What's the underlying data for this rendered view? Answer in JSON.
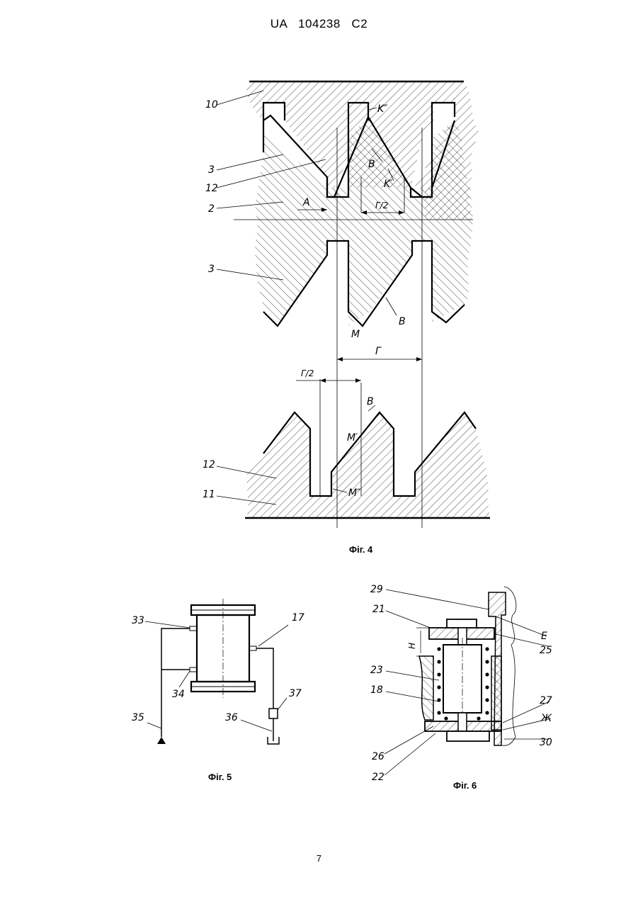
{
  "header": {
    "patent": "UA   104238   C2"
  },
  "page_number": "7",
  "figures": {
    "fig4": {
      "caption": "Фіг. 4",
      "labels": {
        "l10": "10",
        "l3a": "3",
        "l12a": "12",
        "l2": "2",
        "l3b": "3",
        "l12b": "12",
        "l11": "11",
        "K2": "K″",
        "K1": "K′",
        "Ba": "B",
        "Bb": "B",
        "Bc": "B",
        "A": "A",
        "G2a": "Г/2",
        "G": "Г",
        "G2b": "Г/2",
        "M": "M",
        "M1": "M′",
        "M2": "M″"
      }
    },
    "fig5": {
      "caption": "Фіг. 5",
      "labels": {
        "l33": "33",
        "l34": "34",
        "l35": "35",
        "l17": "17",
        "l37": "37",
        "l36": "36"
      }
    },
    "fig6": {
      "caption": "Фіг. 6",
      "labels": {
        "l29": "29",
        "l21": "21",
        "H": "H",
        "l23": "23",
        "l18": "18",
        "l26": "26",
        "l22": "22",
        "E": "E",
        "l25": "25",
        "l27": "27",
        "Zh": "Ж",
        "l30": "30"
      }
    }
  }
}
